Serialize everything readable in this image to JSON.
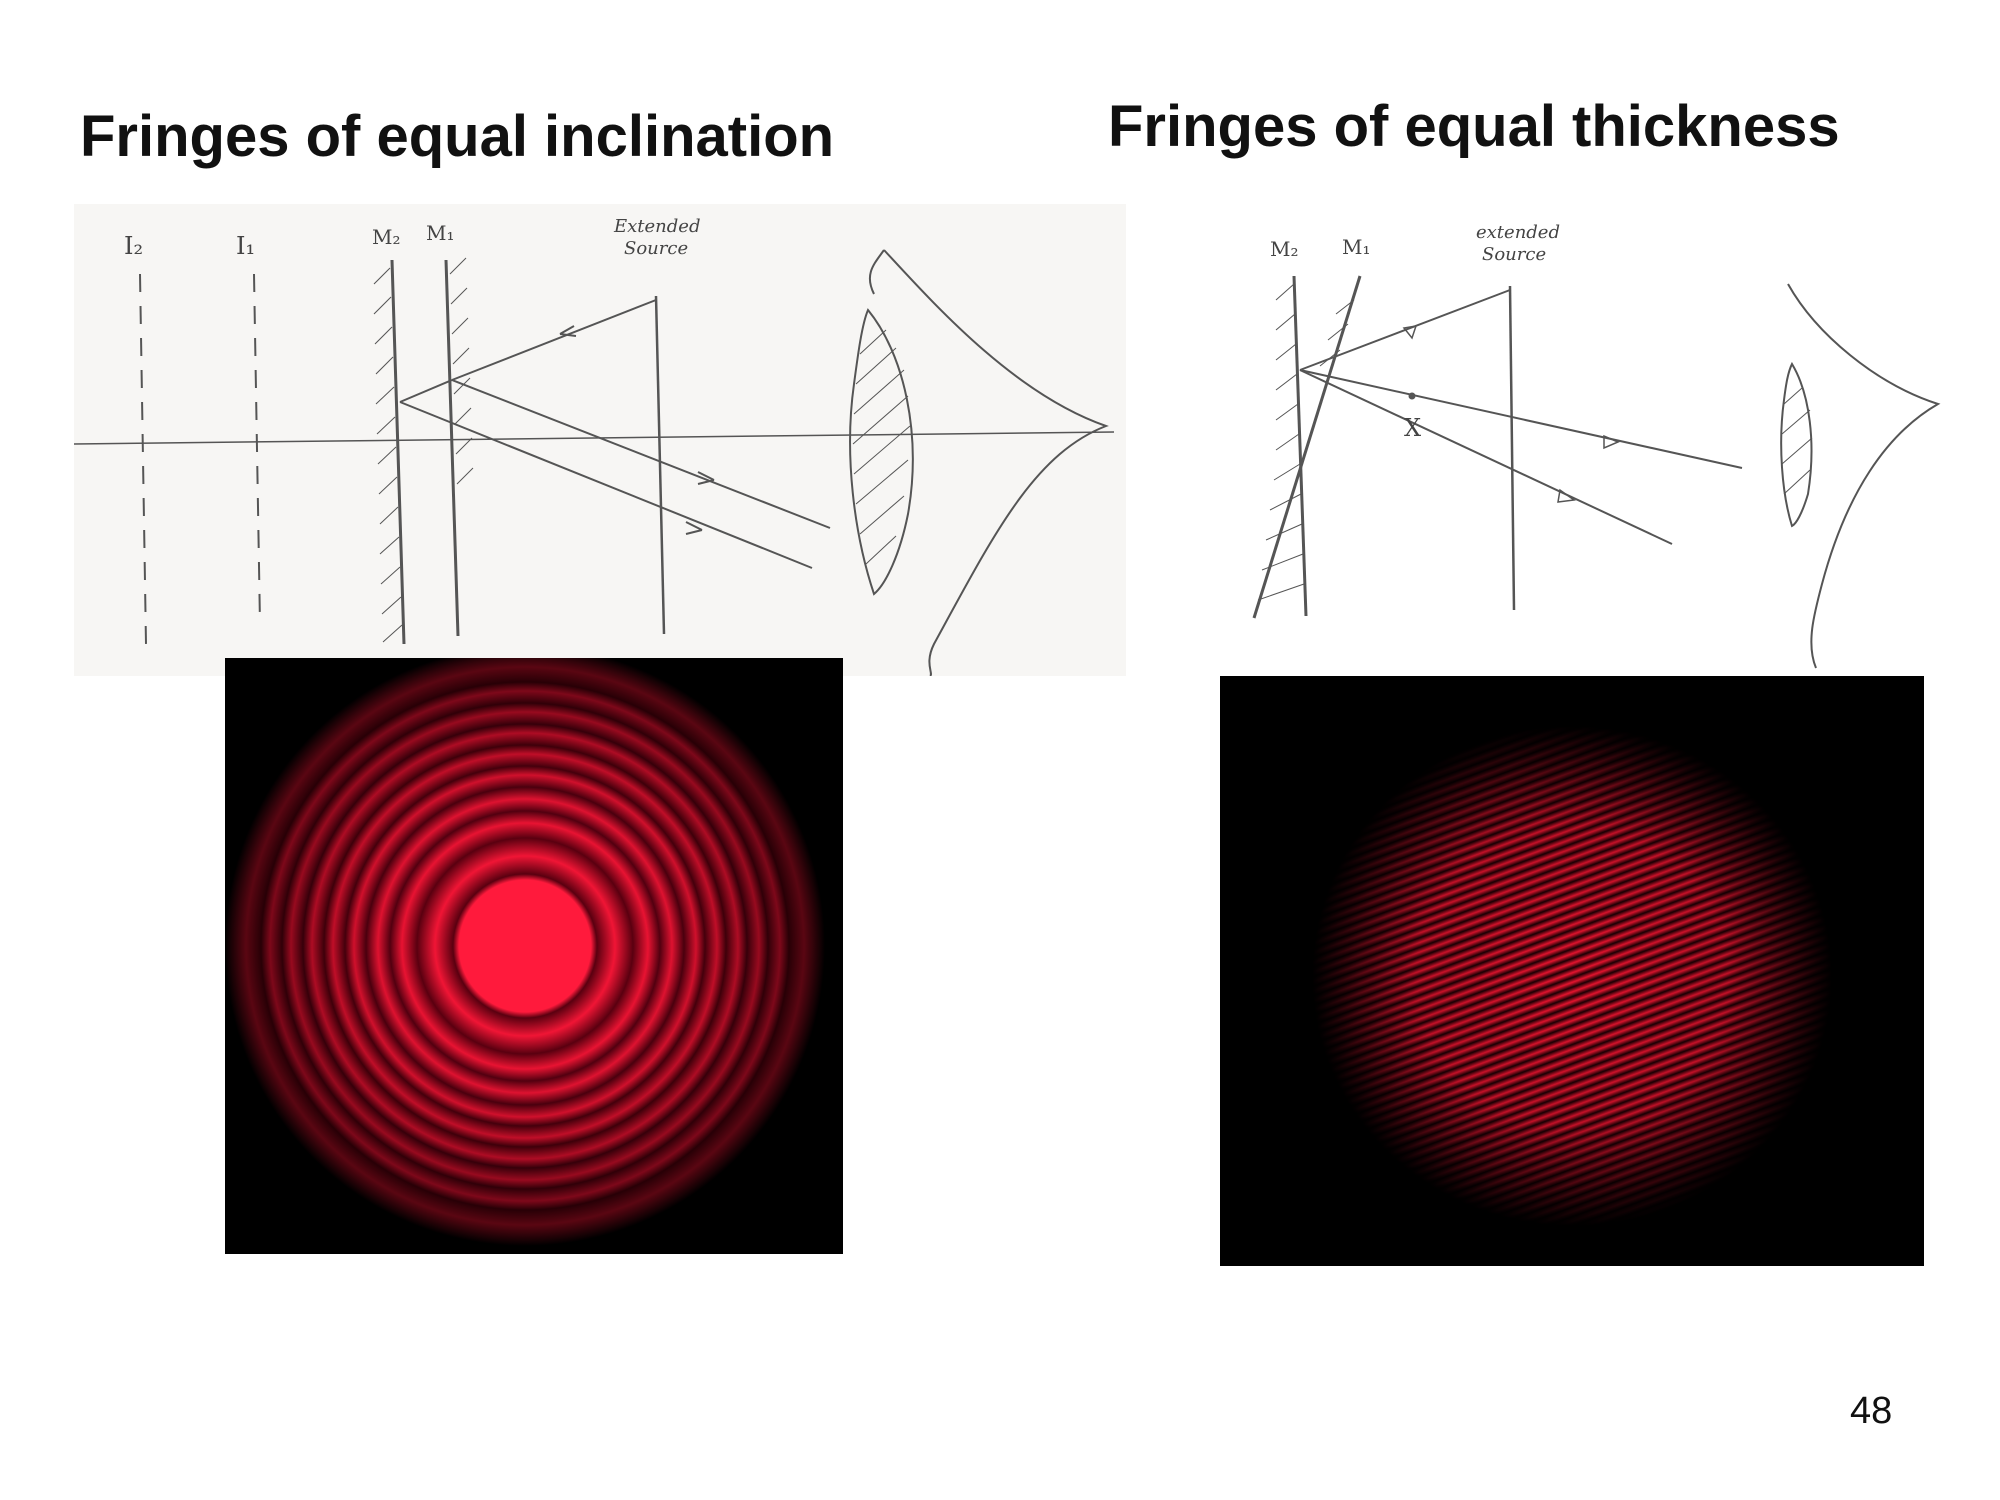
{
  "slide": {
    "left_title": "Fringes of equal inclination",
    "right_title": "Fringes of equal thickness",
    "page_number": "48"
  },
  "left_sketch": {
    "labels": {
      "image2": "I₂",
      "image1": "I₁",
      "mirror2": "M₂",
      "mirror1": "M₁",
      "source_line1": "Extended",
      "source_line2": "Source"
    }
  },
  "right_sketch": {
    "labels": {
      "mirror2": "M₂",
      "mirror1": "M₁",
      "source_line1": "extended",
      "source_line2": "Source",
      "point": "X"
    }
  },
  "colors": {
    "fringe_red": "#ff1a3c",
    "background": "#000000",
    "pencil": "#555555"
  }
}
